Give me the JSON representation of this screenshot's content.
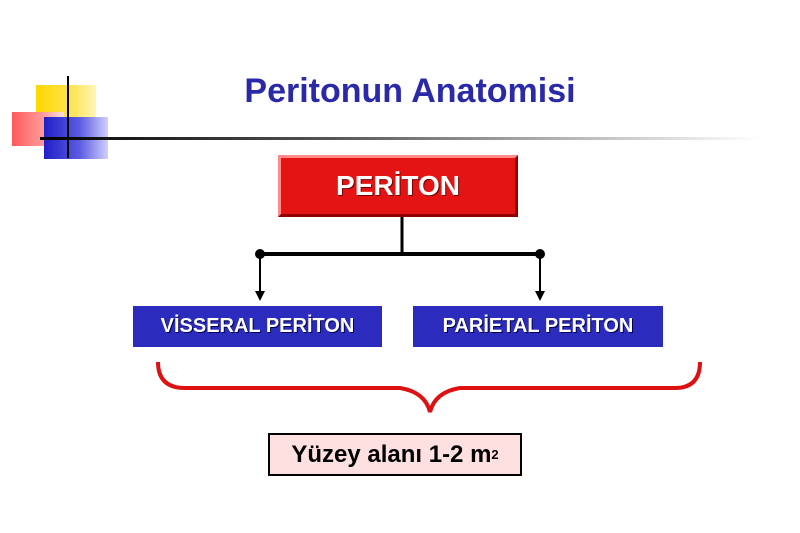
{
  "title": "Peritonun Anatomisi",
  "root": {
    "label": "PERİTON"
  },
  "branches": [
    {
      "label": "VİSSERAL PERİTON"
    },
    {
      "label": "PARİETAL PERİTON"
    }
  ],
  "summary": {
    "text": "Yüzey alanı 1-2 m",
    "superscript": "2"
  },
  "colors": {
    "title": "#2a2aa8",
    "root_fill": "#e41414",
    "branch_fill": "#2b2bbd",
    "brace": "#dd1111",
    "summary_fill": "#ffe0e0"
  }
}
